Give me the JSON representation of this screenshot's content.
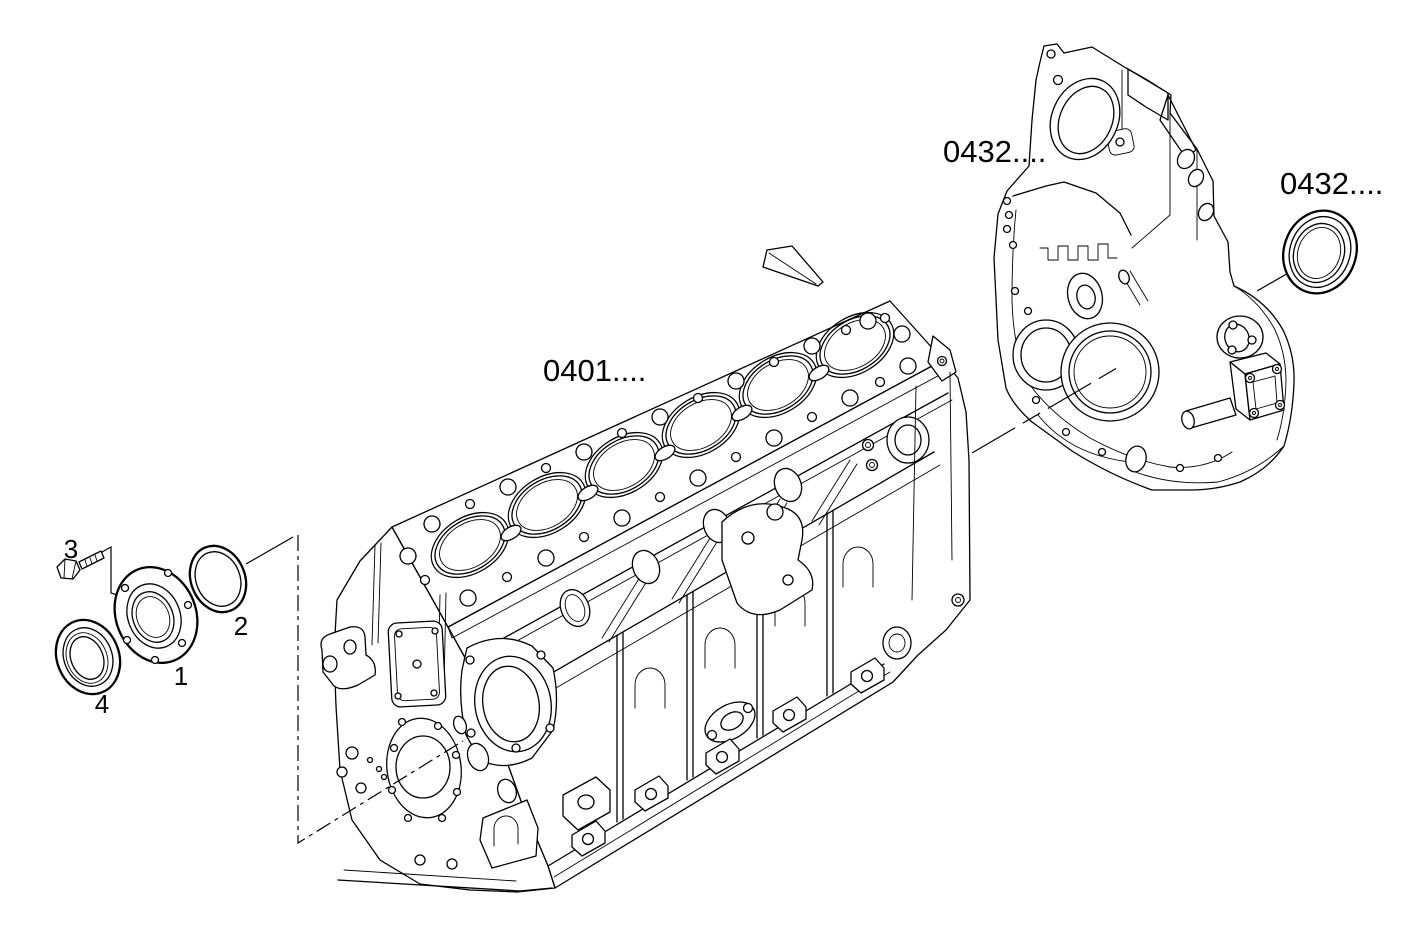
{
  "diagram": {
    "background_color": "#ffffff",
    "line_color": "#000000",
    "part_codes": {
      "engine_block": "0401....",
      "flywheel_housing": "0432....",
      "rear_seal": "0432...."
    },
    "callouts": {
      "flange": "1",
      "gasket": "2",
      "bolt": "3",
      "seal": "4"
    }
  }
}
